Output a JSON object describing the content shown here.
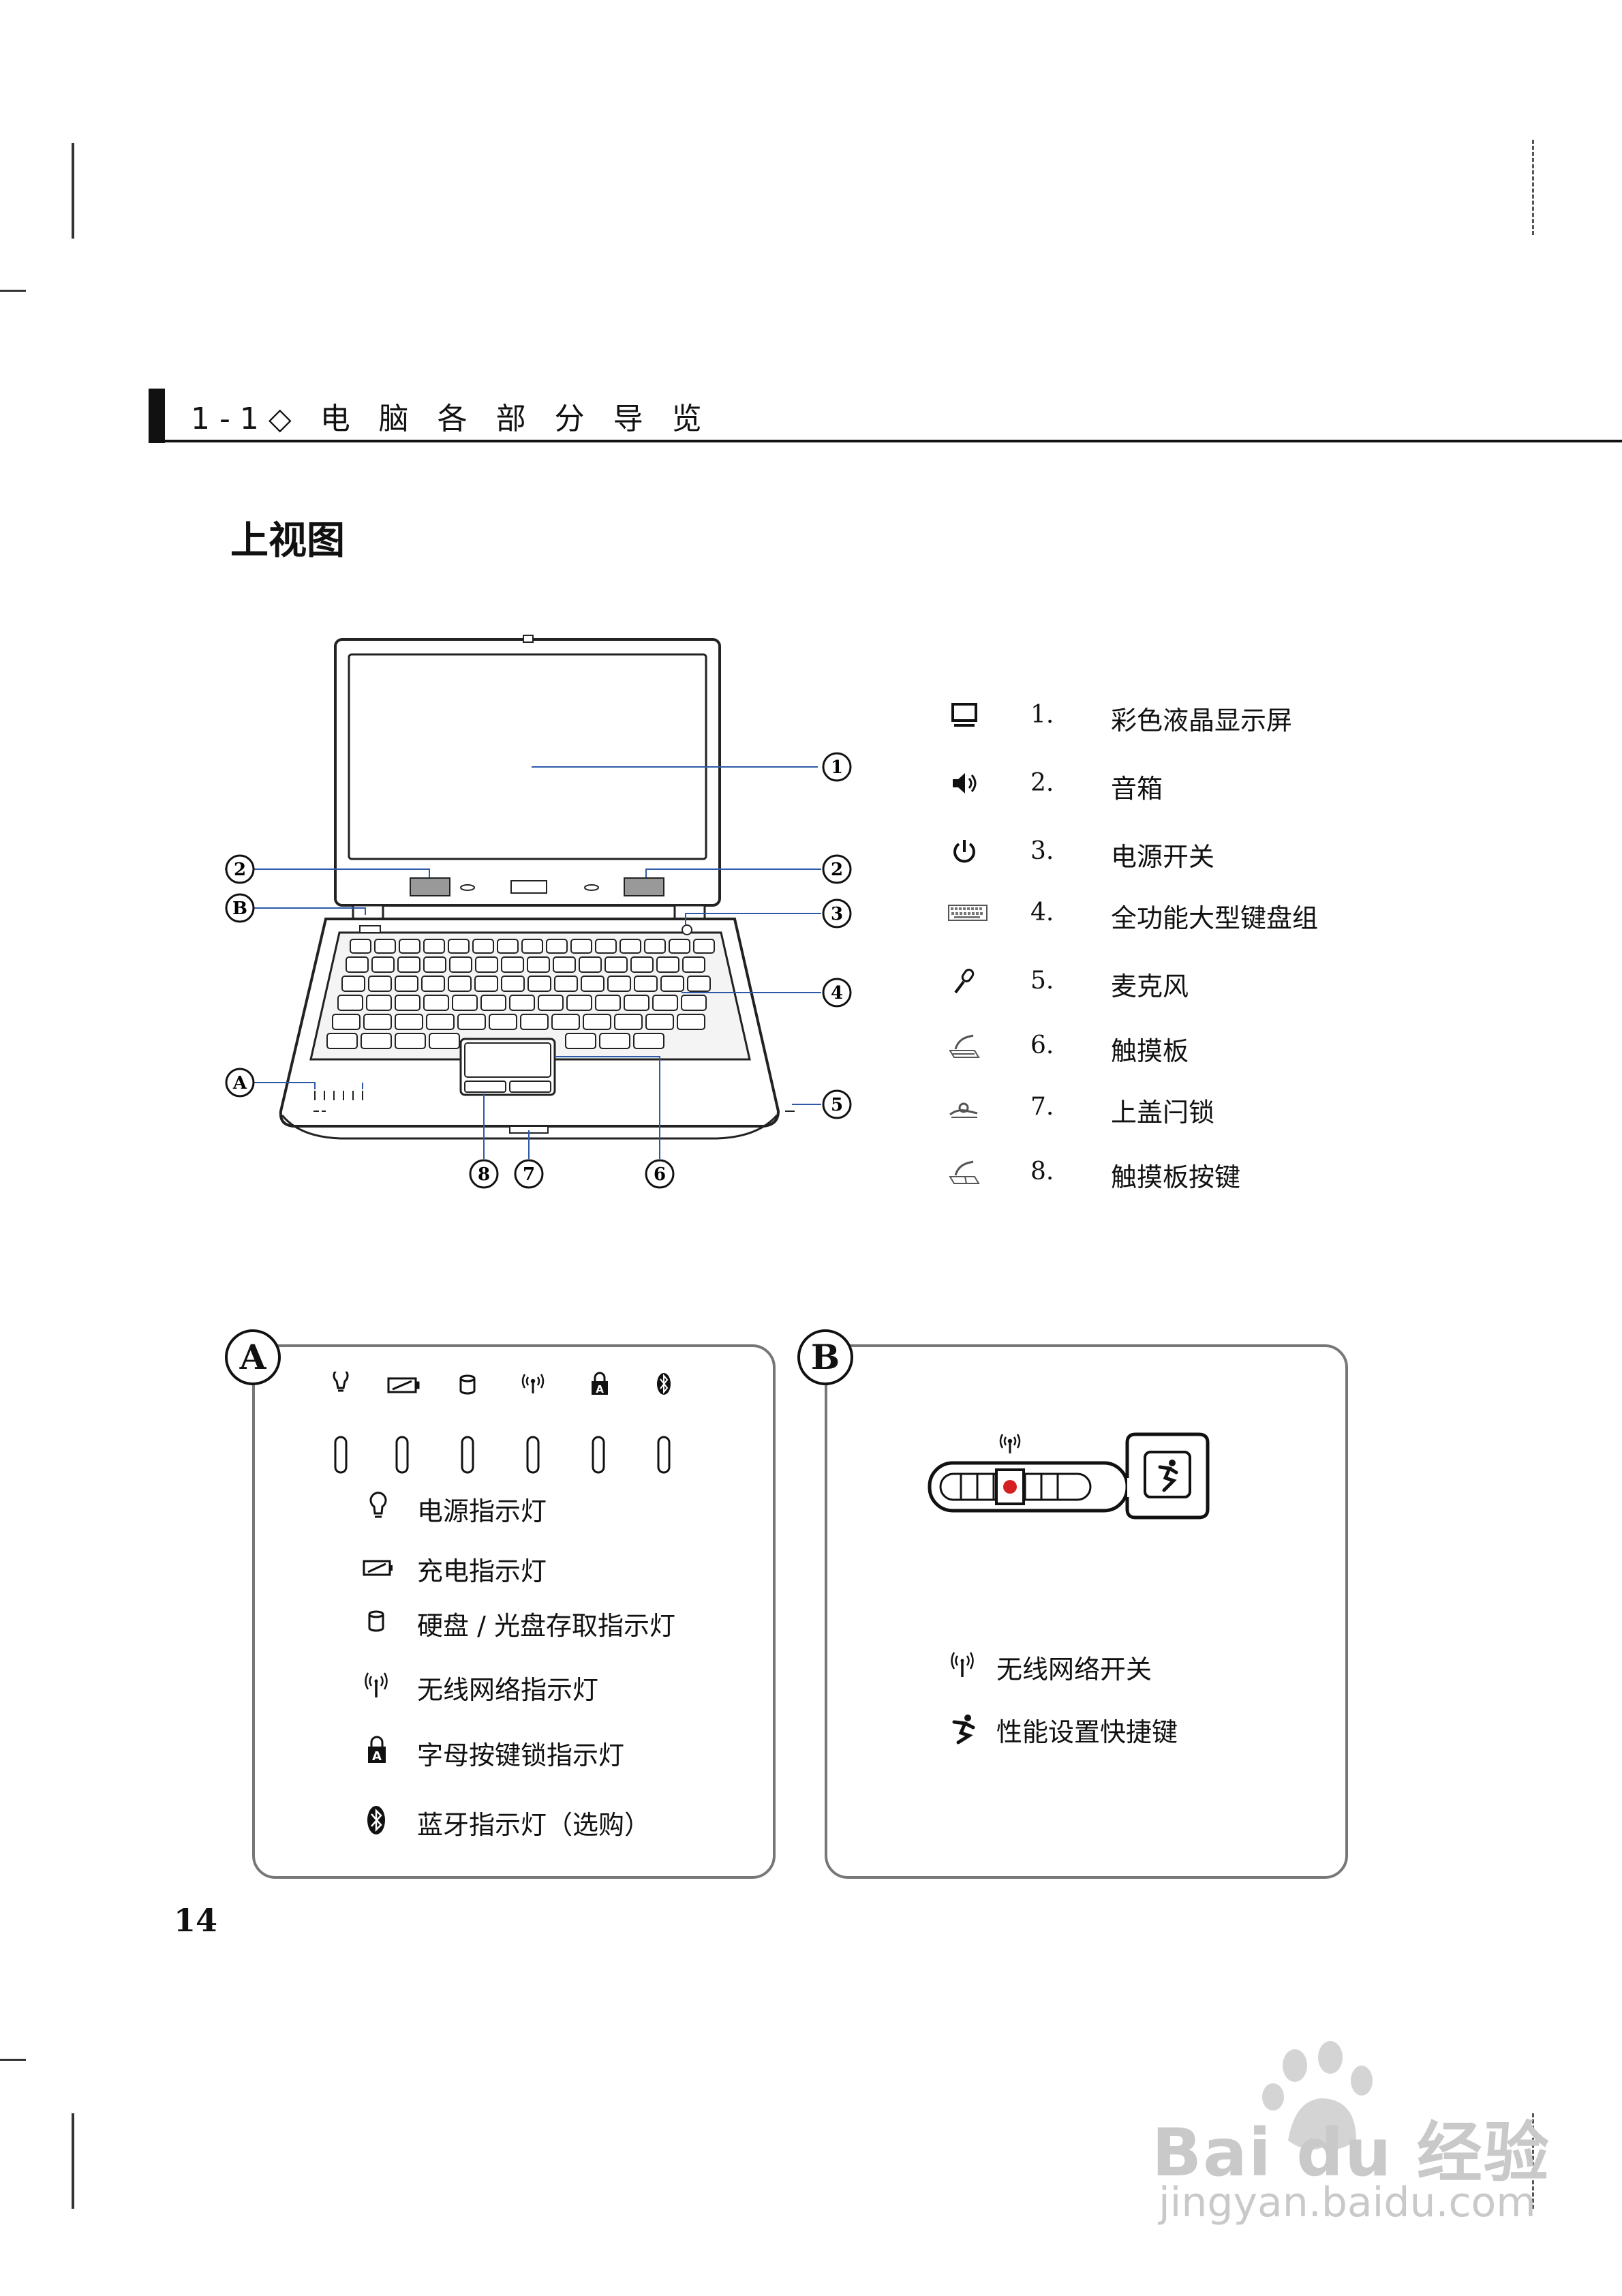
{
  "section": {
    "title": "1-1◇ 电 脑 各 部 分 导 览"
  },
  "page_heading": "上视图",
  "callouts": [
    "1",
    "2",
    "2",
    "B",
    "3",
    "4",
    "A",
    "5",
    "8",
    "7",
    "6"
  ],
  "legend": [
    {
      "icon": "display-icon",
      "num": "1.",
      "label": "彩色液晶显示屏"
    },
    {
      "icon": "speaker-icon",
      "num": "2.",
      "label": "音箱"
    },
    {
      "icon": "power-icon",
      "num": "3.",
      "label": "电源开关"
    },
    {
      "icon": "keyboard-icon",
      "num": "4.",
      "label": "全功能大型键盘组"
    },
    {
      "icon": "microphone-icon",
      "num": "5.",
      "label": "麦克风"
    },
    {
      "icon": "touchpad-icon",
      "num": "6.",
      "label": "触摸板"
    },
    {
      "icon": "lid-latch-icon",
      "num": "7.",
      "label": "上盖闩锁"
    },
    {
      "icon": "touchpad-buttons-icon",
      "num": "8.",
      "label": "触摸板按键"
    }
  ],
  "panel_a": {
    "badge": "A",
    "indicators": [
      {
        "icon": "power-light-icon",
        "label": "电源指示灯"
      },
      {
        "icon": "battery-charge-icon",
        "label": "充电指示灯"
      },
      {
        "icon": "disk-icon",
        "label": "硬盘 / 光盘存取指示灯"
      },
      {
        "icon": "wireless-icon",
        "label": "无线网络指示灯"
      },
      {
        "icon": "capslock-icon",
        "label": "字母按键锁指示灯"
      },
      {
        "icon": "bluetooth-icon",
        "label": "蓝牙指示灯（选购）"
      }
    ]
  },
  "panel_b": {
    "badge": "B",
    "items": [
      {
        "icon": "wireless-icon",
        "label": "无线网络开关"
      },
      {
        "icon": "performance-icon",
        "label": "性能设置快捷键"
      }
    ]
  },
  "page_number": "14",
  "watermark": {
    "brand": "Bai du 经验",
    "url": "jingyan.baidu.com"
  },
  "colors": {
    "ink": "#111111",
    "panel_border": "#777777",
    "switch_dot": "#d42020",
    "watermark": "#c9c9c9"
  }
}
